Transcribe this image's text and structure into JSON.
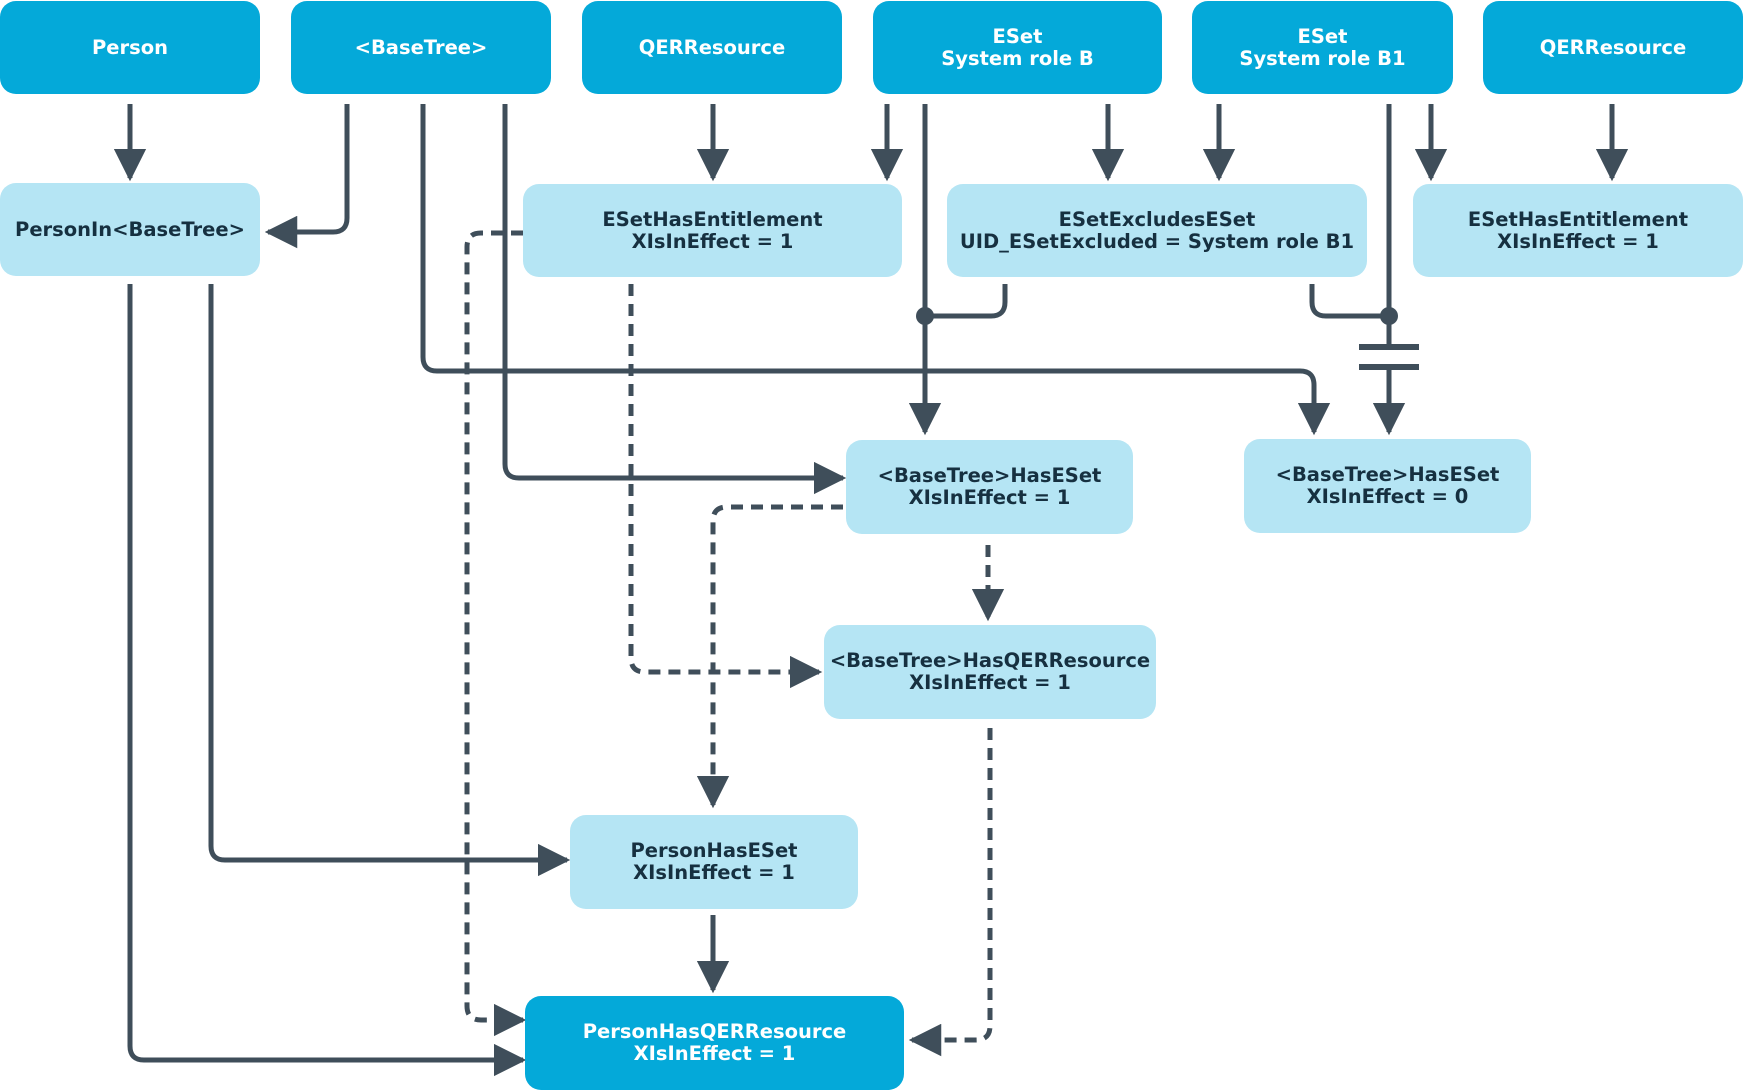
{
  "nodes": {
    "person": [
      "Person"
    ],
    "basetree": [
      "<BaseTree>"
    ],
    "qerresource_1": [
      "QERResource"
    ],
    "eset_b": [
      "ESet",
      "System role B"
    ],
    "eset_b1": [
      "ESet",
      "System role B1"
    ],
    "qerresource_2": [
      "QERResource"
    ],
    "person_in_basetree": [
      "PersonIn<BaseTree>"
    ],
    "eset_has_entitlement_1": [
      "ESetHasEntitlement",
      "XIsInEffect = 1"
    ],
    "eset_excludes_eset": [
      "ESetExcludesESet",
      "UID_ESetExcluded = System role B1"
    ],
    "eset_has_entitlement_2": [
      "ESetHasEntitlement",
      "XIsInEffect = 1"
    ],
    "basetree_has_eset_1": [
      "<BaseTree>HasESet",
      "XIsInEffect = 1"
    ],
    "basetree_has_eset_0": [
      "<BaseTree>HasESet",
      "XIsInEffect = 0"
    ],
    "basetree_has_qerresource": [
      "<BaseTree>HasQERResource",
      "XIsInEffect = 1"
    ],
    "person_has_eset": [
      "PersonHasESet",
      "XIsInEffect = 1"
    ],
    "person_has_qerresource": [
      "PersonHasQERResource",
      "XIsInEffect = 1"
    ]
  },
  "colors": {
    "primary_node": "#04a9d9",
    "secondary_node": "#b5e5f4",
    "connector": "#3f4e5a"
  }
}
